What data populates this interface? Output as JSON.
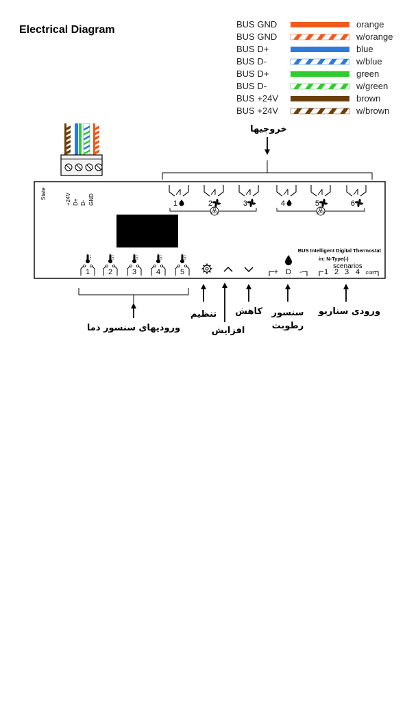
{
  "title": "Electrical Diagram",
  "colors": {
    "orange": "#f05a1a",
    "blue": "#2f7ad6",
    "green": "#2ecc2e",
    "brown": "#6b3f0a",
    "black": "#000000"
  },
  "wire_legend": [
    {
      "label": "BUS  GND",
      "color_name": "orange",
      "hex": "#f05a1a",
      "striped": false
    },
    {
      "label": "BUS GND",
      "color_name": "w/orange",
      "hex": "#f05a1a",
      "striped": true
    },
    {
      "label": "BUS  D+",
      "color_name": "blue",
      "hex": "#2f7ad6",
      "striped": false
    },
    {
      "label": "BUS  D-",
      "color_name": "w/blue",
      "hex": "#2f7ad6",
      "striped": true
    },
    {
      "label": "BUS  D+",
      "color_name": "green",
      "hex": "#2ecc2e",
      "striped": false
    },
    {
      "label": "BUS  D-",
      "color_name": "w/green",
      "hex": "#2ecc2e",
      "striped": true
    },
    {
      "label": "BUS +24V",
      "color_name": "brown",
      "hex": "#6b3f0a",
      "striped": false
    },
    {
      "label": "BUS +24V",
      "color_name": "w/brown",
      "hex": "#6b3f0a",
      "striped": true
    }
  ],
  "outputs_label": "خروجیها",
  "device": {
    "state_label": "State",
    "power_pins": [
      "+24V",
      "D+",
      "D-",
      "GND"
    ],
    "product_name": "BUS Intelligent Digital Thermostat",
    "input_type": "in: N-Type(-)",
    "scenarios_label": "scenarios",
    "outputs": [
      "1",
      "2",
      "3",
      "4",
      "5",
      "6"
    ],
    "sensor_inputs": [
      "1",
      "2",
      "3",
      "4",
      "5"
    ],
    "humidity_terminals": [
      "+",
      "D",
      "-"
    ],
    "scenario_terminals": [
      "1",
      "2",
      "3",
      "4",
      "com"
    ]
  },
  "labels": {
    "temp_sensors": "ورودیهای سنسور دما",
    "settings": "تنظیم",
    "increase": "افزایش",
    "decrease": "کاهش",
    "humidity_line1": "سنسور",
    "humidity_line2": "رطوبت",
    "scenario_input": "ورودی سناریو"
  }
}
